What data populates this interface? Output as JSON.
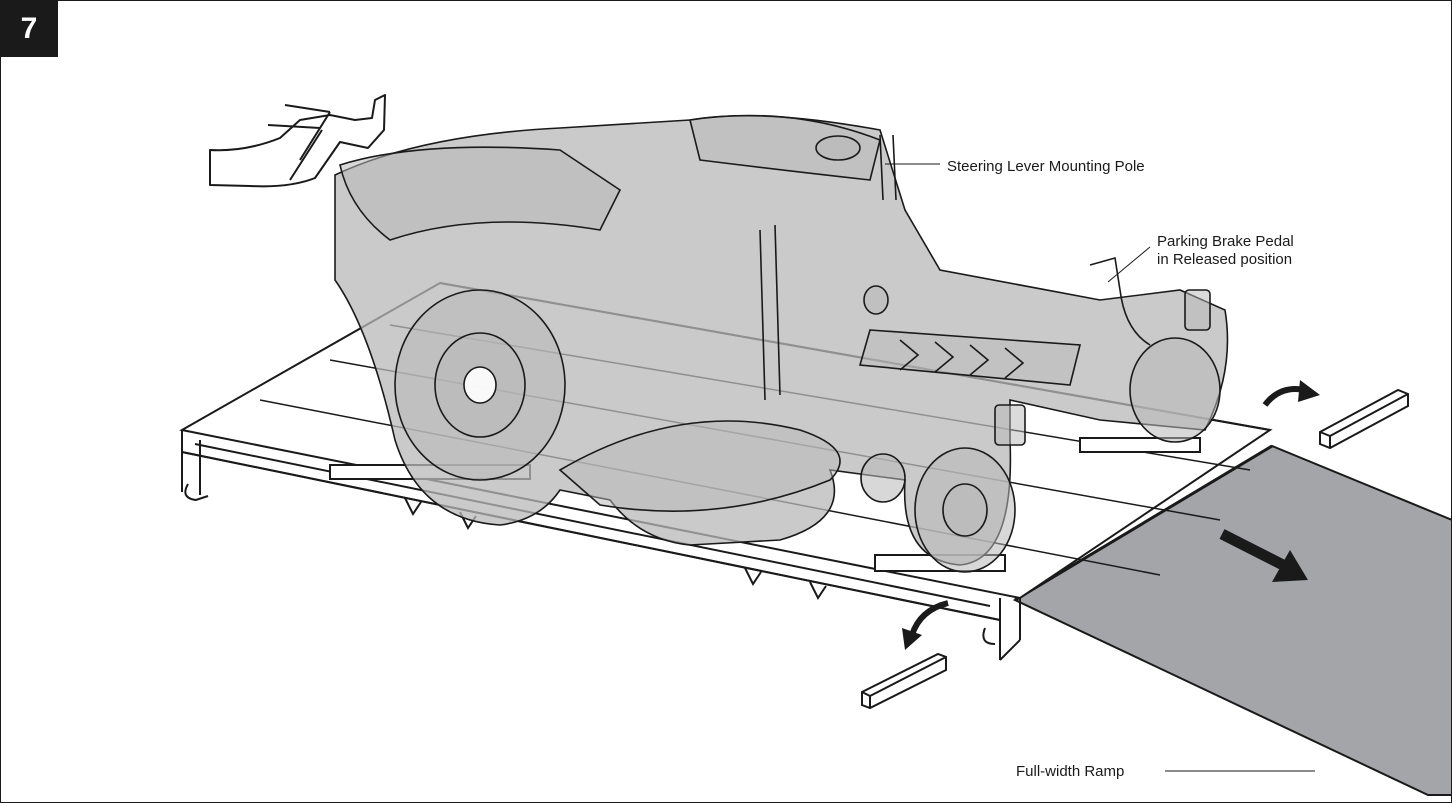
{
  "step": {
    "number": "7"
  },
  "labels": {
    "steering_pole": "Steering Lever Mounting Pole",
    "brake_line1": "Parking Brake Pedal",
    "brake_line2": "in Released position",
    "ramp": "Full-width Ramp"
  },
  "colors": {
    "outline": "#1a1a1a",
    "mower_fill": "#b8b8b8",
    "ramp_fill": "#a3a5a8",
    "pallet_fill": "#ffffff",
    "badge_bg": "#1a1a1a"
  },
  "icons": {
    "hand": "stop-hand-icon",
    "direction_arrow": "arrow-icon"
  }
}
